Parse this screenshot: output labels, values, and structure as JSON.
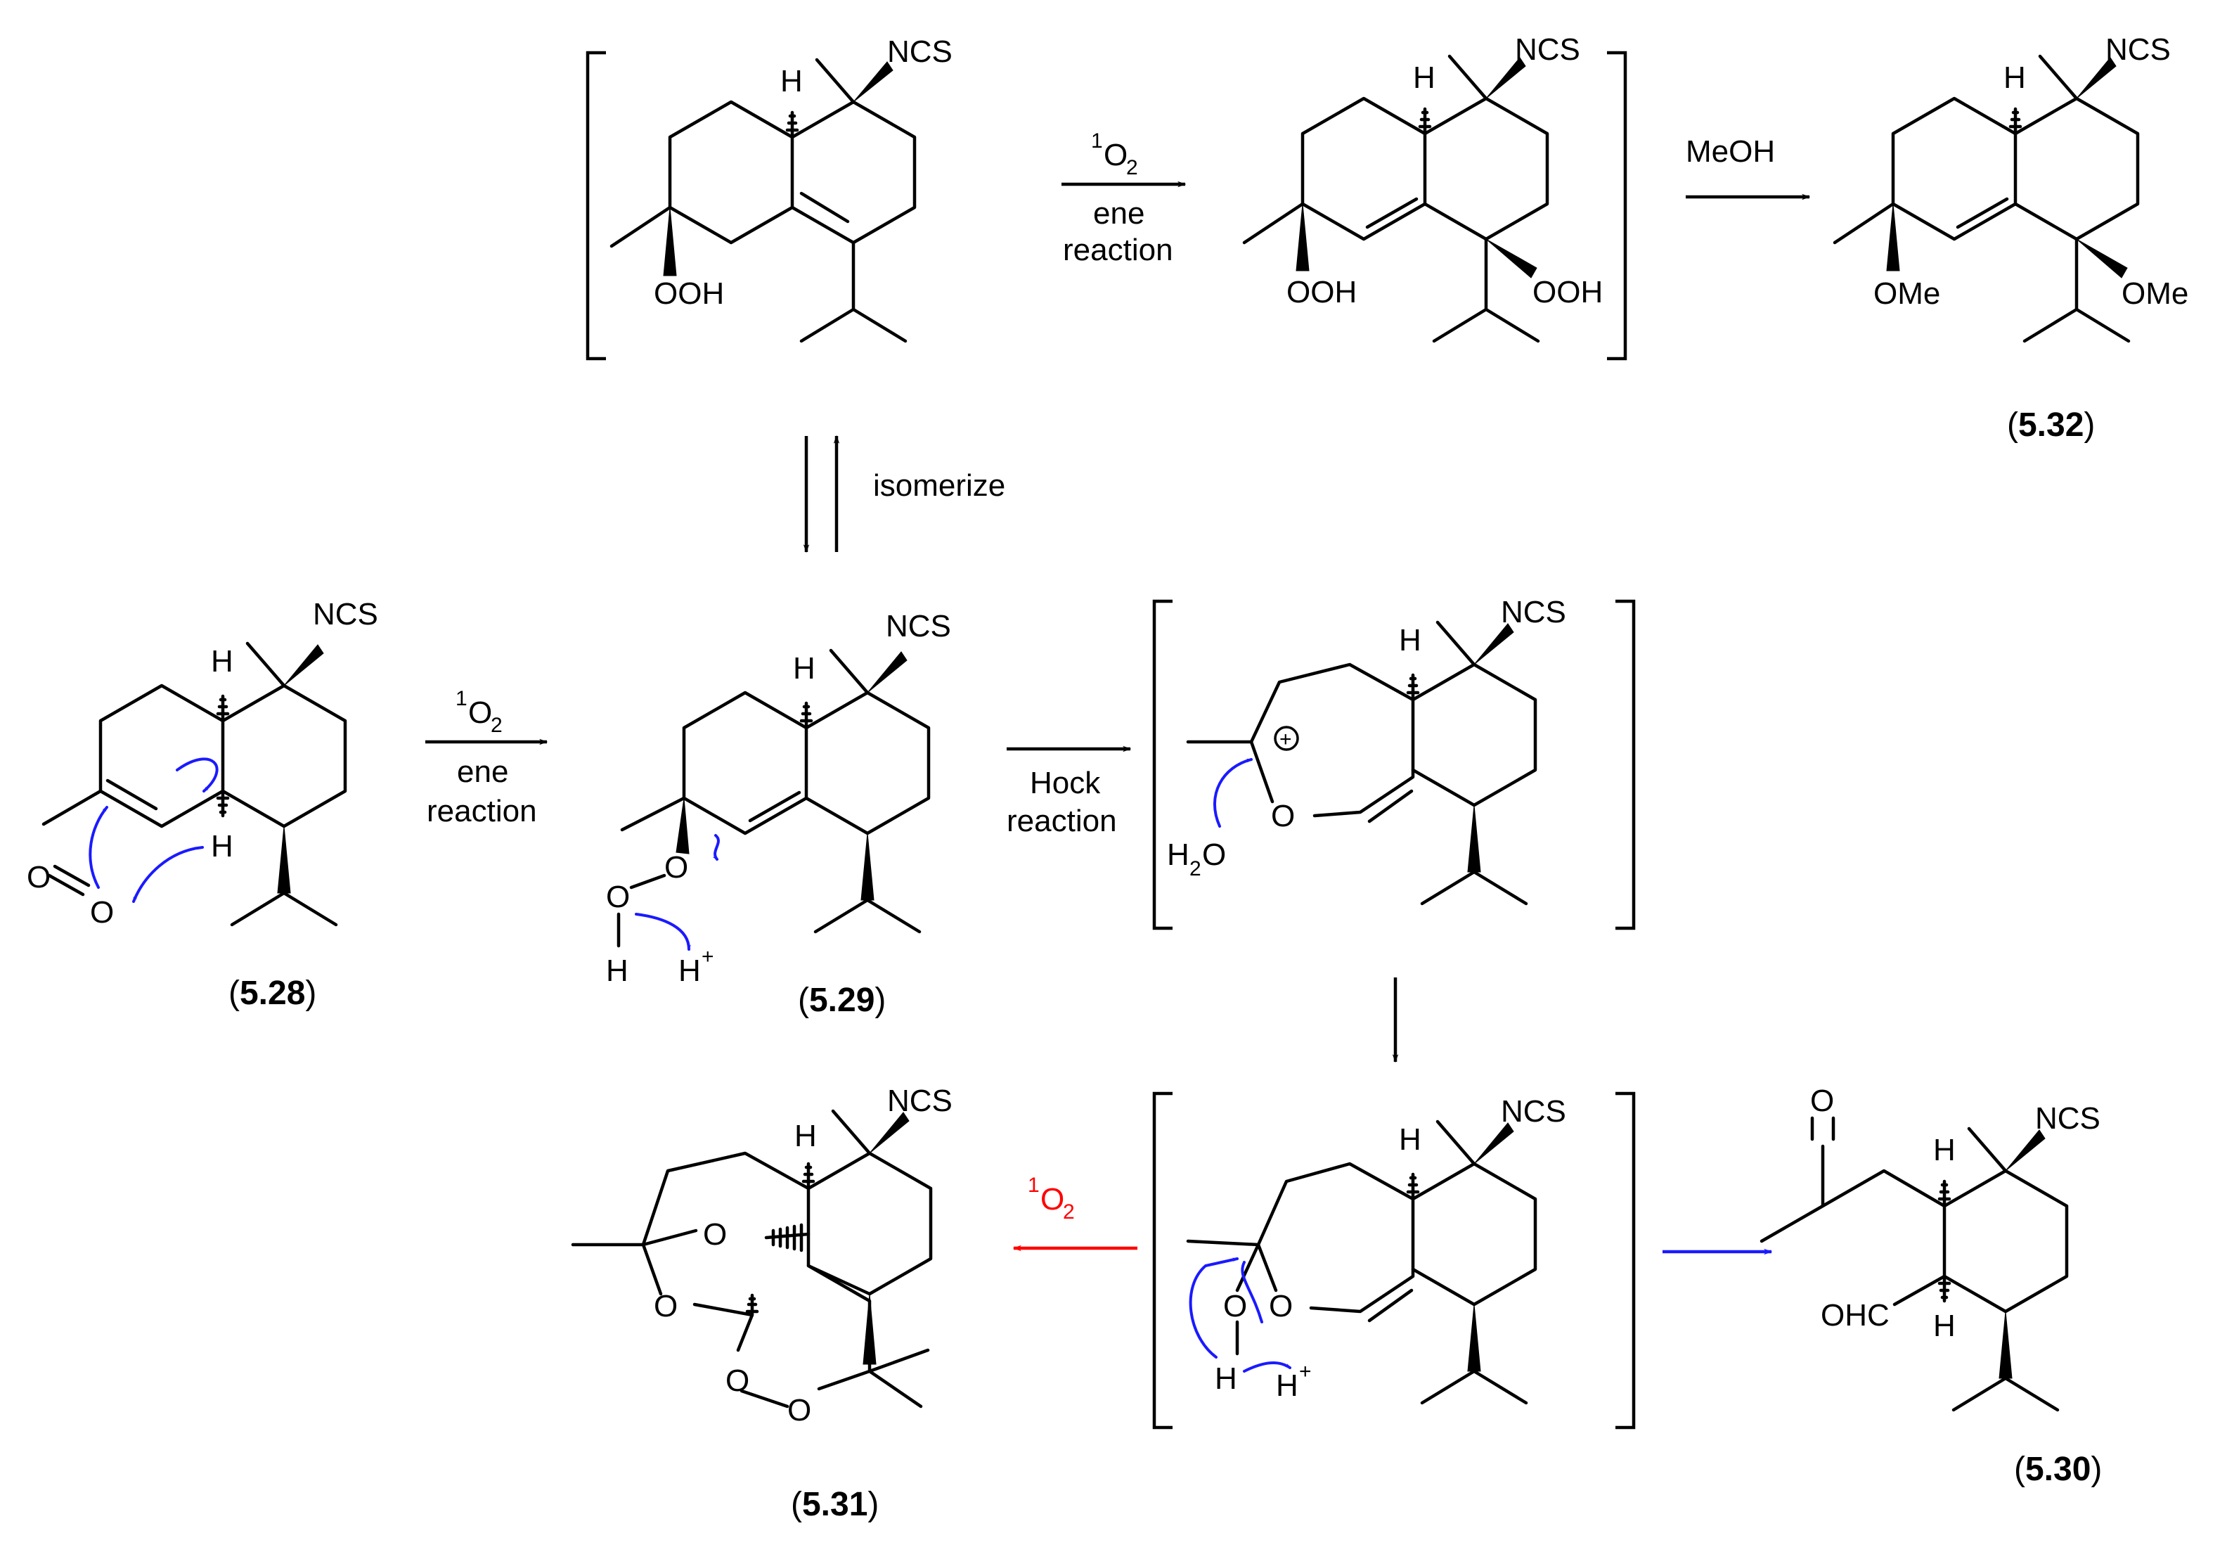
{
  "colors": {
    "bond": "#000000",
    "electron_push": "#1a1aff",
    "red_pathway": "#ff0000",
    "blue_pathway": "#1a1aff"
  },
  "groups": {
    "ncs": "NCS",
    "h": "H",
    "ooh": "OOH",
    "ome": "OMe",
    "o": "O",
    "ohc": "OHC",
    "h2o_h": "H",
    "h2o_2": "2",
    "h2o_o": "O",
    "hplus_h": "H",
    "hplus_plus": "+",
    "cation_charge": "+"
  },
  "reagents": {
    "singlet_o2_super": "1",
    "singlet_o2_o": "O",
    "singlet_o2_sub": "2",
    "ene": "ene",
    "reaction": "reaction",
    "meoh": "MeOH",
    "isomerize": "isomerize",
    "hock": "Hock"
  },
  "compounds": {
    "c528": {
      "open": "(",
      "num": "5.28",
      "close": ")"
    },
    "c529": {
      "open": "(",
      "num": "5.29",
      "close": ")"
    },
    "c530": {
      "open": "(",
      "num": "5.30",
      "close": ")"
    },
    "c531": {
      "open": "(",
      "num": "5.31",
      "close": ")"
    },
    "c532": {
      "open": "(",
      "num": "5.32",
      "close": ")"
    }
  }
}
